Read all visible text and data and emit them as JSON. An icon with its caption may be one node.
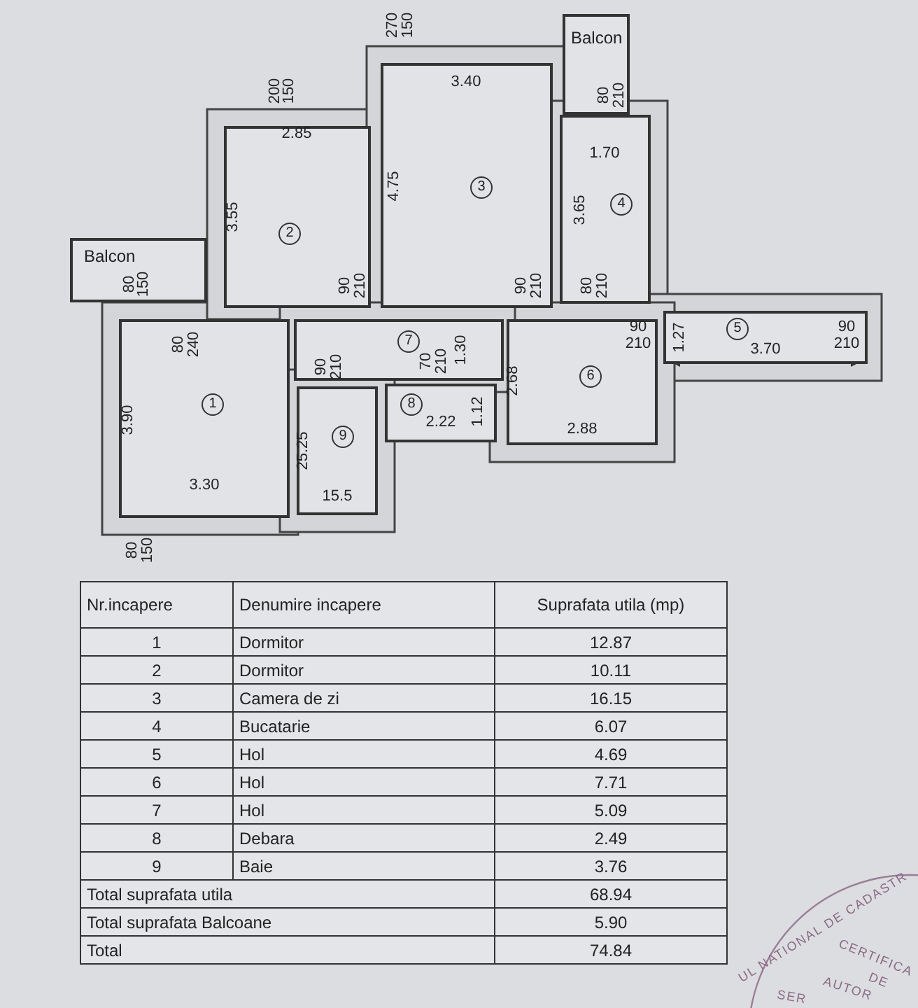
{
  "diagram": {
    "nodes": [
      {
        "text": [
          "Balcon"
        ]
      },
      {
        "text": [
          "3"
        ]
      },
      {
        "text": [
          "2"
        ]
      },
      {
        "text": [
          "4"
        ]
      },
      {
        "text": [
          "Balcon"
        ]
      },
      {
        "text": [
          "1"
        ]
      },
      {
        "text": [
          "7"
        ]
      },
      {
        "text": [
          "5"
        ]
      },
      {
        "text": [
          "6"
        ]
      },
      {
        "text": [
          "8"
        ]
      },
      {
        "text": [
          "9"
        ]
      }
    ],
    "labels": [
      "270",
      "150",
      "200",
      "150",
      "80",
      "150",
      "80",
      "210",
      "3.40",
      "2.85",
      "3.55",
      "4.75",
      "1.70",
      "3.65",
      "80",
      "240",
      "90",
      "210",
      "90",
      "210",
      "80",
      "210",
      "90",
      "210",
      "1.27",
      "3.70",
      "90",
      "210",
      "70",
      "210",
      "1.30",
      "90",
      "210",
      "3.90",
      "2.68",
      "2.22",
      "1.12",
      "2.88",
      "25.25",
      "3.30",
      "15.5",
      "80",
      "150",
      "Nr.incapere",
      "Denumire incapere",
      "Suprafata utila (mp)",
      "1",
      "Dormitor",
      "12.87",
      "2",
      "Dormitor",
      "10.11",
      "3",
      "Camera de zi",
      "16.15",
      "4",
      "Bucatarie",
      "6.07",
      "5",
      "Hol",
      "4.69",
      "6",
      "Hol",
      "7.71",
      "7",
      "Hol",
      "5.09",
      "8",
      "Debara",
      "2.49",
      "9",
      "Baie",
      "3.76",
      "Total suprafata utila",
      "68.94",
      "Total suprafata Balcoane",
      "5.90",
      "Total",
      "74.84",
      "UL NATIONAL DE CADASTR",
      "CERTIFICA",
      "DE",
      "AUTOR",
      "SER"
    ]
  }
}
